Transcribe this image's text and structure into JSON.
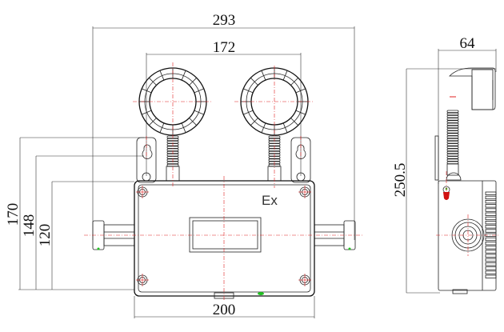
{
  "front_view": {
    "dims": {
      "overall_width": "293",
      "lamp_spacing": "172",
      "body_width": "200",
      "height_overall": "170",
      "height_mount": "148",
      "height_body": "120"
    },
    "marking": "Ex"
  },
  "side_view": {
    "dims": {
      "depth": "64",
      "height": "250.5"
    }
  },
  "colors": {
    "line": "#222222",
    "centerline": "#e02020",
    "accent_green": "#20c020",
    "accent_red": "#d01010"
  }
}
